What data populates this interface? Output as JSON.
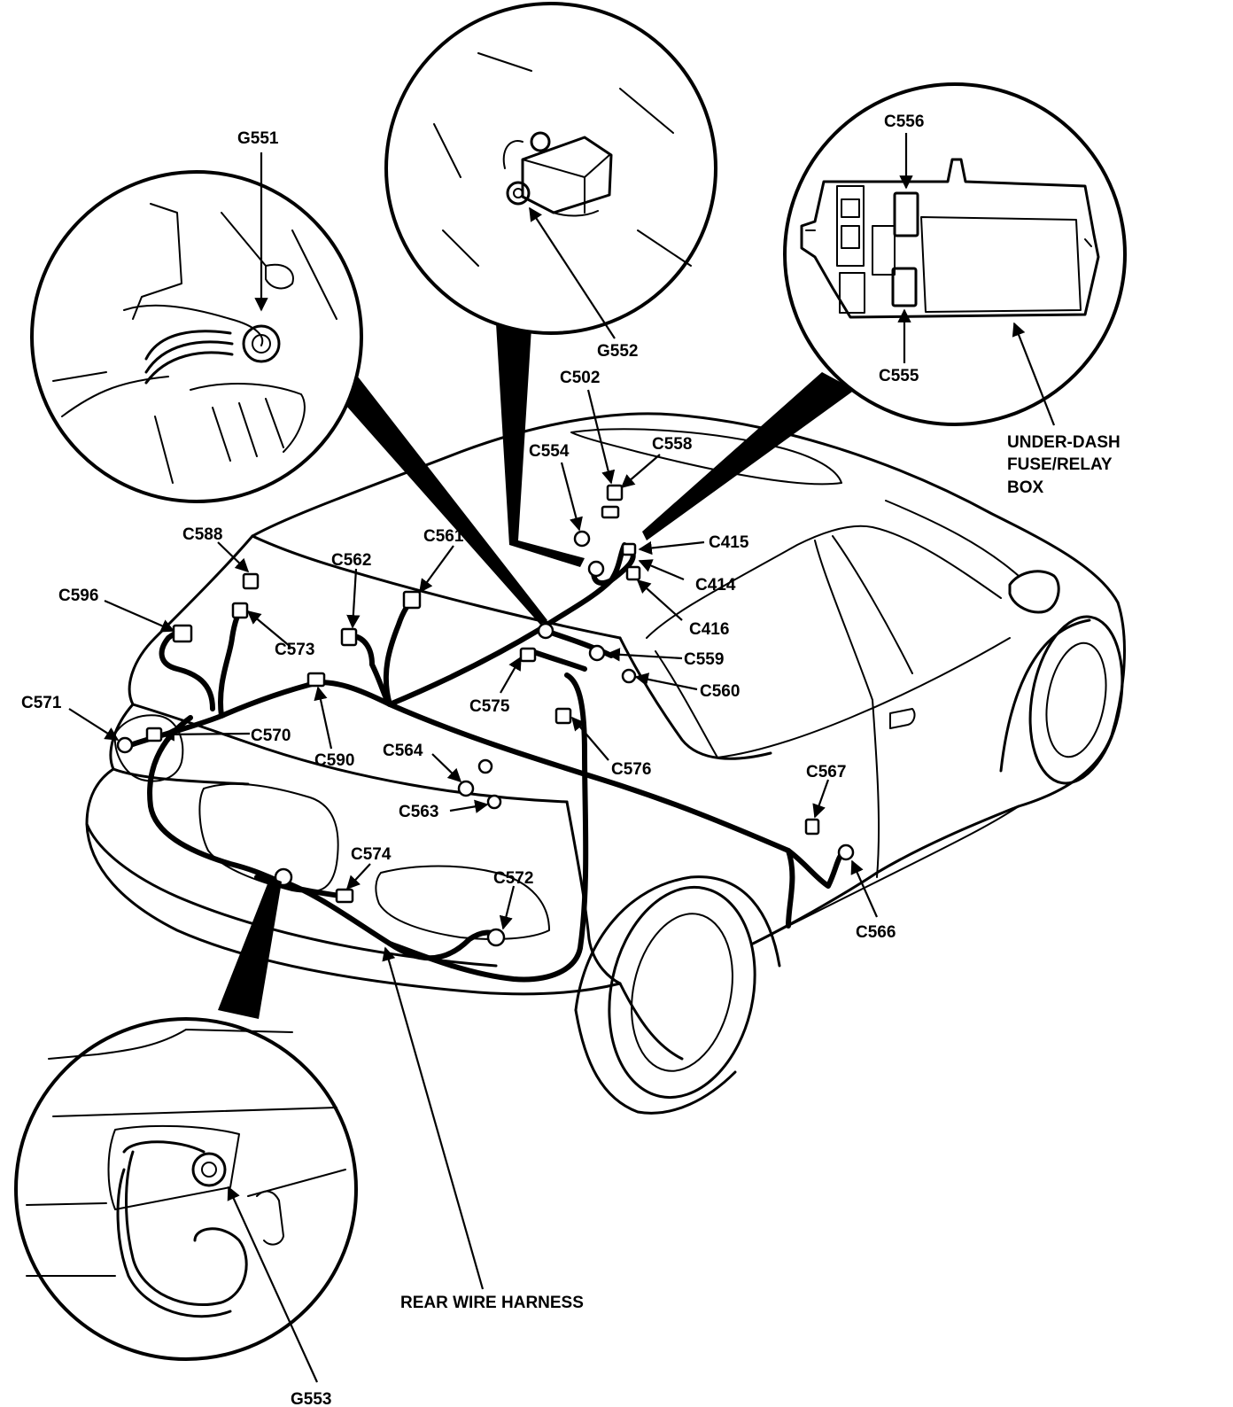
{
  "labels": {
    "g551": "G551",
    "g552": "G552",
    "g553": "G553",
    "c502": "C502",
    "c554": "C554",
    "c558": "C558",
    "c415": "C415",
    "c414": "C414",
    "c416": "C416",
    "c556": "C556",
    "c555": "C555",
    "fuse_box_line1": "UNDER-DASH",
    "fuse_box_line2": "FUSE/RELAY",
    "fuse_box_line3": "BOX",
    "c588": "C588",
    "c596": "C596",
    "c562": "C562",
    "c561": "C561",
    "c573": "C573",
    "c559": "C559",
    "c560": "C560",
    "c575": "C575",
    "c571": "C571",
    "c570": "C570",
    "c590": "C590",
    "c564": "C564",
    "c576": "C576",
    "c563": "C563",
    "c567": "C567",
    "c574": "C574",
    "c572": "C572",
    "c566": "C566",
    "rear_harness": "REAR WIRE HARNESS"
  }
}
